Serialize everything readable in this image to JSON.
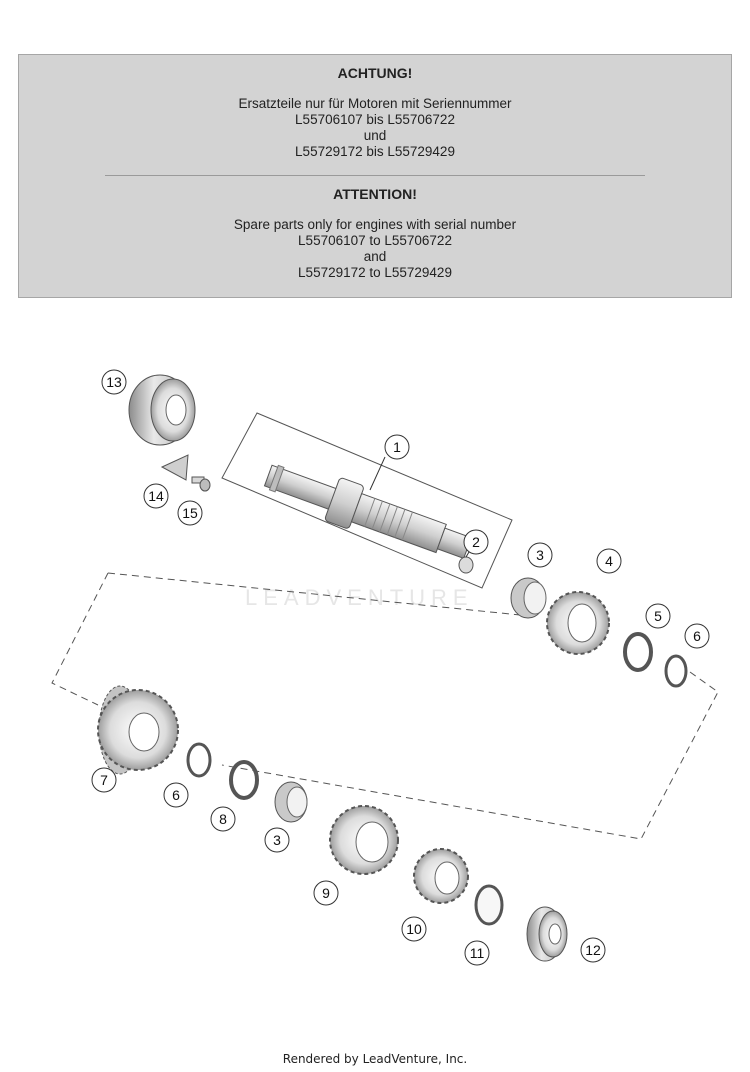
{
  "notice": {
    "de_heading": "ACHTUNG!",
    "de_lines": [
      "Ersatzteile nur für Motoren mit Seriennummer",
      "L55706107 bis L55706722",
      "und",
      "L55729172 bis L55729429"
    ],
    "en_heading": "ATTENTION!",
    "en_lines": [
      "Spare parts only for engines with serial number",
      "L55706107 to L55706722",
      "and",
      "L55729172 to L55729429"
    ]
  },
  "watermark": "LEADVENTURE",
  "callouts": {
    "c1": "1",
    "c2": "2",
    "c3a": "3",
    "c4": "4",
    "c5": "5",
    "c6a": "6",
    "c7": "7",
    "c6b": "6",
    "c8": "8",
    "c3b": "3",
    "c9": "9",
    "c10": "10",
    "c11": "11",
    "c12": "12",
    "c13": "13",
    "c14": "14",
    "c15": "15"
  },
  "footer": "Rendered by LeadVenture, Inc."
}
